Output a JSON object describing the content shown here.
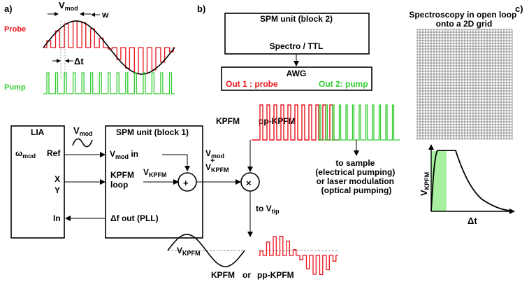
{
  "panels": {
    "a": "a)",
    "b": "b)",
    "c": "c)"
  },
  "colors": {
    "probe": "#e8141c",
    "pump": "#33cc33",
    "fill": "#a8f0a0"
  },
  "panel_a": {
    "probe_label": "Probe",
    "pump_label": "Pump",
    "vmod": {
      "main": "V",
      "sub": "mod"
    },
    "w_label": "w",
    "dt_label": "Δt"
  },
  "lia": {
    "title": "LIA",
    "omega": {
      "main": "ω",
      "sub": "mod"
    },
    "ref": "Ref",
    "x": "X",
    "y": "Y",
    "in": "In"
  },
  "vmod_label": {
    "main": "V",
    "sub": "mod"
  },
  "spm1": {
    "title": "SPM unit (block 1)",
    "vmod_in": {
      "main": "V",
      "sub": "mod",
      "suffix": " in"
    },
    "kpfm": "KPFM",
    "loop": "loop",
    "vkpfm": {
      "main": "V",
      "sub": "KPFM"
    },
    "df_out": "Δf out (PLL)"
  },
  "sum_label": {
    "top_main": "V",
    "top_sub": "mod",
    "plus": "+",
    "bottom_main": "V",
    "bottom_sub": "KPFM"
  },
  "operators": {
    "plus": "+",
    "times": "×"
  },
  "spm2": {
    "title": "SPM unit (block 2)",
    "sub": "Spectro / TTL"
  },
  "awg": {
    "title": "AWG",
    "out1": "Out 1 : probe",
    "out2": "Out 2: pump"
  },
  "kpfm_label": "KPFM",
  "ppkpfm_label": "pp-KPFM",
  "to_sample": [
    "to sample",
    "(electrical pumping)",
    "or laser modulation",
    "(optical pumping)"
  ],
  "to_vtip": {
    "prefix": "to V",
    "sub": "tip"
  },
  "bottom": {
    "vkpfm_main": "V",
    "vkpfm_sub": "KPFM",
    "kpfm": "KPFM",
    "or": "or",
    "ppkpfm": "pp-KPFM"
  },
  "panel_c": {
    "title": [
      "Spectroscopy in open loop",
      "onto a 2D grid"
    ],
    "ylabel_main": "V",
    "ylabel_sub": "KPFM",
    "xlabel": "Δt"
  }
}
